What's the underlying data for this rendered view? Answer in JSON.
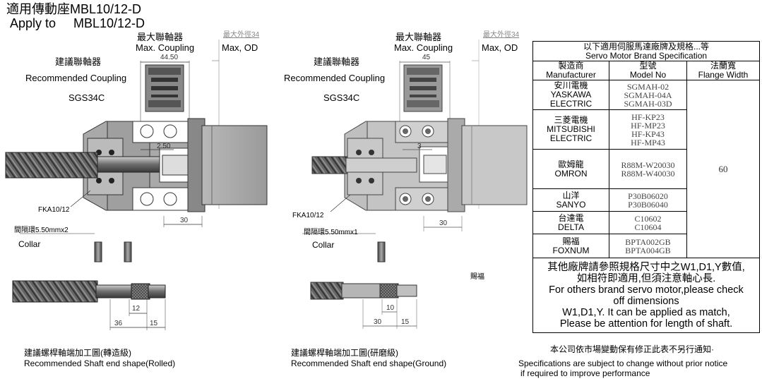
{
  "header": {
    "title_cn": "適用傳動座MBL10/12-D",
    "title_en_prefix": "Apply to",
    "title_en_model": "MBL10/12-D"
  },
  "rolled_view": {
    "max_coupling_cn": "最大聯軸器",
    "max_coupling_en": "Max. Coupling",
    "max_od_cn": "最大外徑34",
    "max_od_en": "Max, OD",
    "recommended_cn": "建議聯軸器",
    "recommended_en": "Recommended Coupling",
    "coupling_model": "SGS34C",
    "dim_width": "44.50",
    "dim_gap": "2.50",
    "dim_depth": "30",
    "bearing": "FKA10/12",
    "collar_cn": "間隔環5.50mmx2",
    "collar_en": "Collar",
    "shaft_dim_a": "12",
    "shaft_dim_b": "36",
    "shaft_dim_c": "15",
    "caption_cn": "建議螺桿軸端加工圖(轉造級)",
    "caption_en": "Recommended Shaft end shape(Rolled)"
  },
  "ground_view": {
    "max_coupling_cn": "最大聯軸器",
    "max_coupling_en": "Max. Coupling",
    "max_od_cn": "最大外徑34",
    "max_od_en": "Max, OD",
    "recommended_cn": "建議聯軸器",
    "recommended_en": "Recommended Coupling",
    "coupling_model": "SGS34C",
    "dim_width": "45",
    "dim_gap": "3",
    "dim_depth": "30",
    "bearing": "FKA10/12",
    "collar_cn": "間隔環5.50mmx1",
    "collar_en": "Collar",
    "shaft_dim_a": "10",
    "shaft_dim_b": "30",
    "shaft_dim_c": "15",
    "caption_cn": "建議螺桿軸端加工圖(研磨級)",
    "caption_en": "Recommended Shaft end shape(Ground)",
    "stray_label": "賜福"
  },
  "spec_table": {
    "title_cn": "以下適用伺服馬達廠牌及規格...等",
    "title_en": "Servo Motor Brand Specification",
    "col1_cn": "製造商",
    "col1_en": "Manufacturer",
    "col2_cn": "型號",
    "col2_en": "Model No",
    "col3_cn": "法蘭寬",
    "col3_en": "Flange Width",
    "flange_width": "60",
    "rows": [
      {
        "cn": "安川電機",
        "en1": "YASKAWA",
        "en2": "ELECTRIC",
        "models": [
          "SGMAH-02",
          "SGMAH-04A",
          "SGMAH-03D"
        ]
      },
      {
        "cn": "三菱電機",
        "en1": "MITSUBISHI",
        "en2": "ELECTRIC",
        "models": [
          "HF-KP23",
          "HF-MP23",
          "HF-KP43",
          "HF-MP43"
        ]
      },
      {
        "cn": "歐姆龍",
        "en1": "OMRON",
        "en2": "",
        "models": [
          "R88M-W20030",
          "R88M-W40030"
        ]
      },
      {
        "cn": "山洋",
        "en1": "SANYO",
        "en2": "",
        "models": [
          "P30B06020",
          "P30B06040"
        ]
      },
      {
        "cn": "台達電",
        "en1": "DELTA",
        "en2": "",
        "models": [
          "C10602",
          "C10604"
        ]
      },
      {
        "cn": "賜福",
        "en1": "FOXNUM",
        "en2": "",
        "models": [
          "BPTA002GB",
          "BPTA004GB"
        ]
      }
    ],
    "note_cn_1": "其他廠牌請參照規格尺寸中之W1,D1,Y數值,",
    "note_cn_2": "如相符即適用,但須注意軸心長.",
    "note_en_1": "For others brand servo motor,please check",
    "note_en_2": "off dimensions",
    "note_en_3": "W1,D1,Y. It can be applied as match,",
    "note_en_4": "Please be attention for length of shaft."
  },
  "footer": {
    "notice_cn": "本公司依市場變動保有修正此表不另行通知·",
    "notice_en_1": "Specifications are subject to change without prior notice",
    "notice_en_2": "if required to improve performance"
  }
}
